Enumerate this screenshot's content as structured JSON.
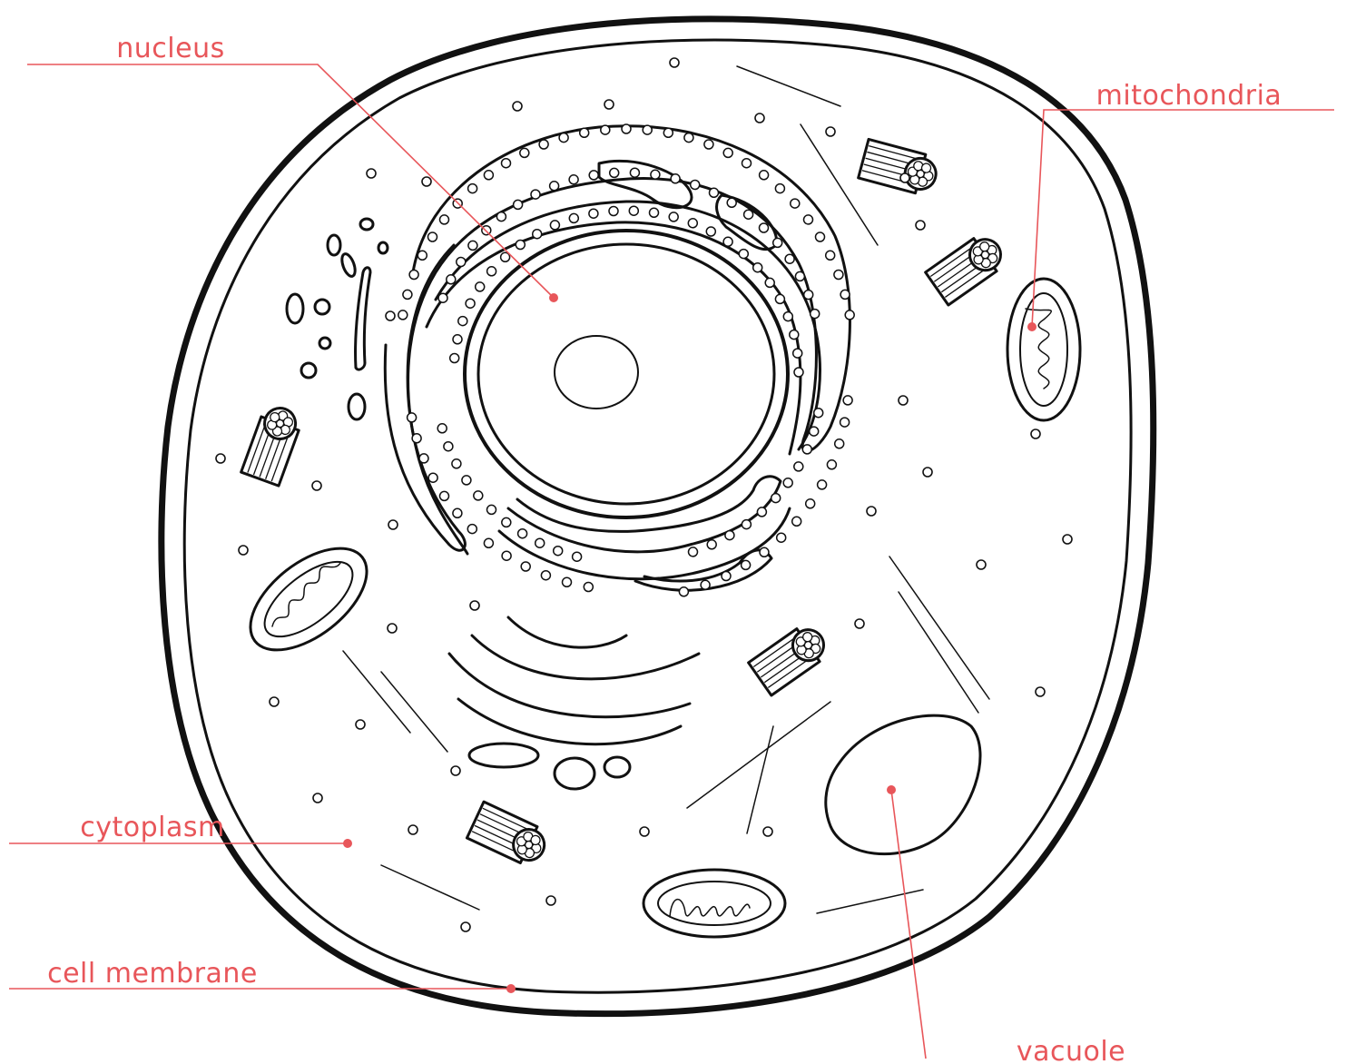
{
  "diagram": {
    "labels": {
      "nucleus": "nucleus",
      "mitochondria": "mitochondria",
      "cytoplasm": "cytoplasm",
      "cell_membrane": "cell membrane",
      "vacuole": "vacuole"
    },
    "colors": {
      "label": "#e8565a",
      "outline": "#111111",
      "background": "#ffffff"
    }
  }
}
